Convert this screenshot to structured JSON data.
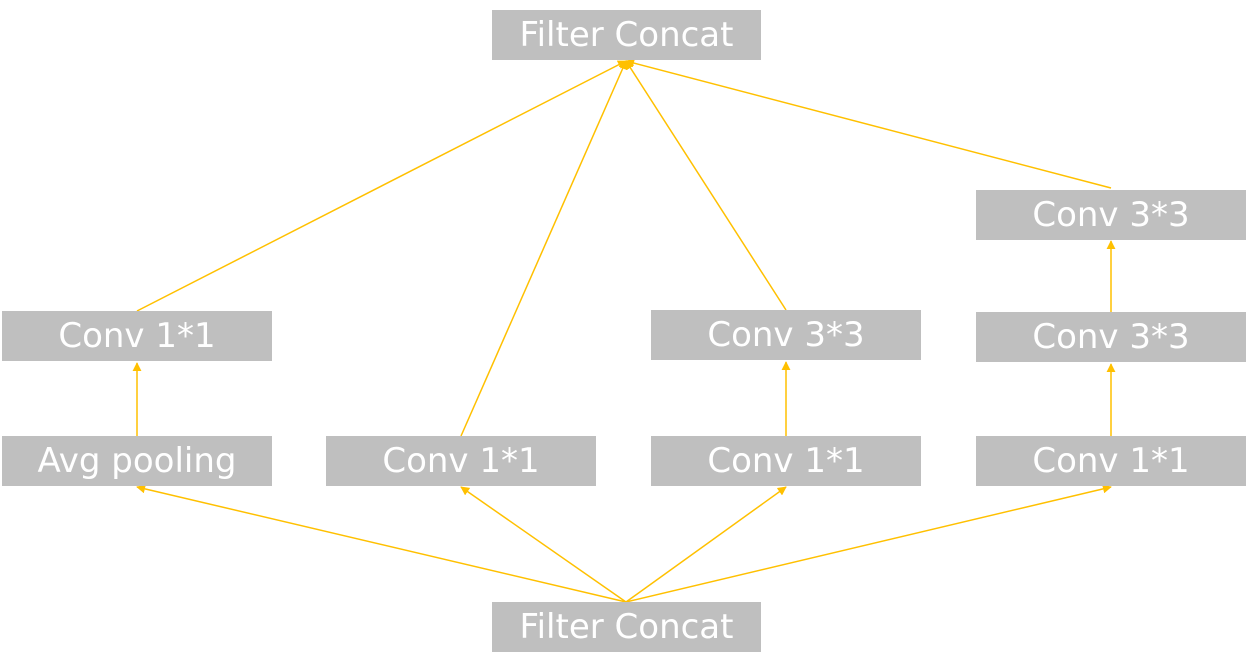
{
  "diagram": {
    "colors": {
      "node_fill": "#bfbfbf",
      "node_text": "#ffffff",
      "edge": "#ffc000"
    },
    "nodes": {
      "top_concat": {
        "label": "Filter Concat"
      },
      "bottom_concat": {
        "label": "Filter Concat"
      },
      "avg_pooling": {
        "label": "Avg pooling"
      },
      "branch1_conv1x1": {
        "label": "Conv 1*1"
      },
      "branch2_conv1x1": {
        "label": "Conv 1*1"
      },
      "branch3_conv1x1": {
        "label": "Conv 1*1"
      },
      "branch3_conv3x3": {
        "label": "Conv 3*3"
      },
      "branch4_conv1x1": {
        "label": "Conv 1*1"
      },
      "branch4_conv3x3_a": {
        "label": "Conv 3*3"
      },
      "branch4_conv3x3_b": {
        "label": "Conv 3*3"
      }
    }
  }
}
